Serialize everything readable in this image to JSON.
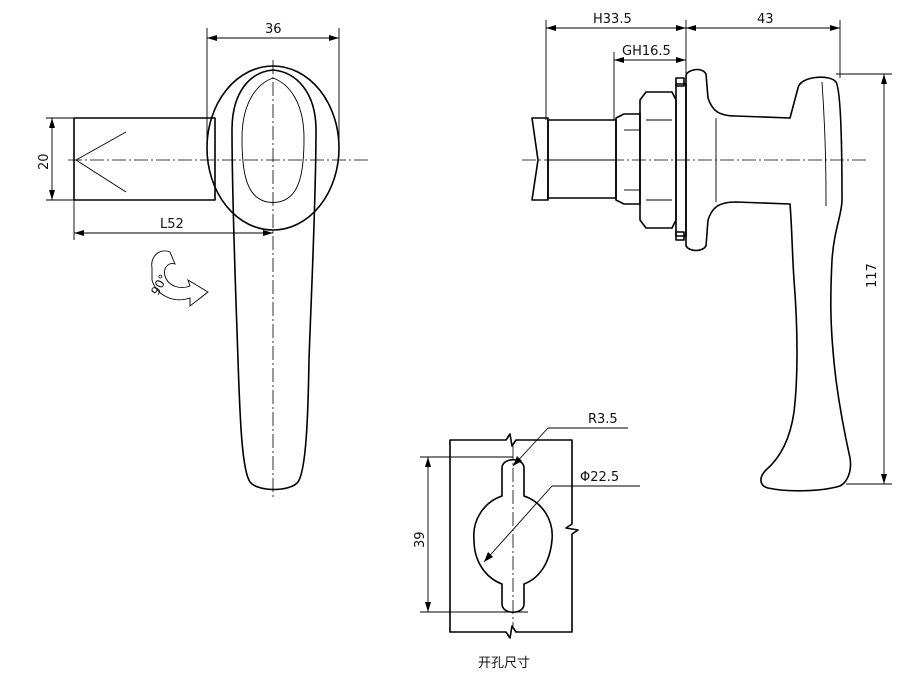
{
  "dimensions": {
    "width_36": "36",
    "height_20": "20",
    "length_l52": "L52",
    "rotation_90": "90°",
    "h33_5": "H33.5",
    "gh16_5": "GH16.5",
    "dim_43": "43",
    "dim_117": "117",
    "r3_5": "R3.5",
    "phi22_5": "Φ22.5",
    "dim_39": "39"
  },
  "caption": "开孔尺寸"
}
